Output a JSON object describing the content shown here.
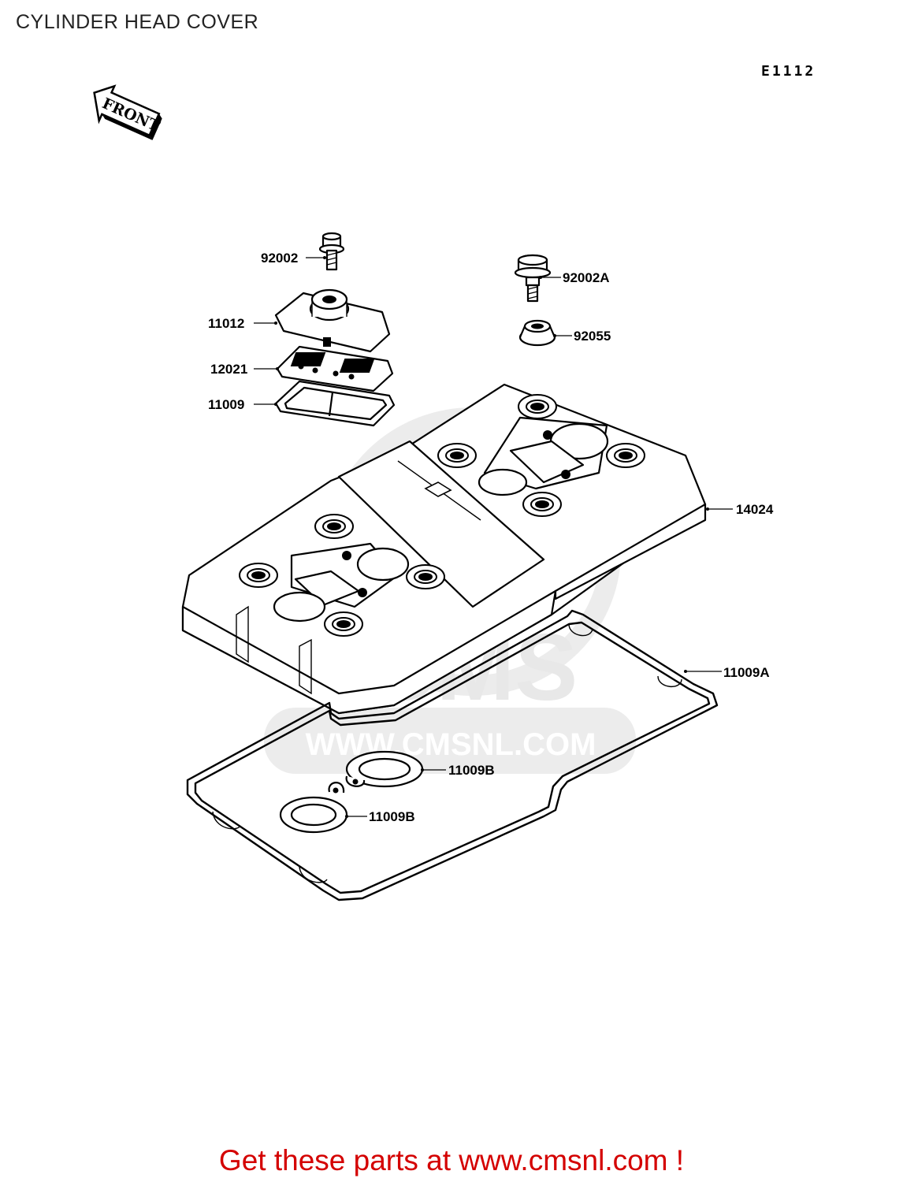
{
  "title": "CYLINDER HEAD COVER",
  "diagram_code": "E1112",
  "front_marker": "FRONT",
  "watermark": {
    "logo": "CMS",
    "url": "WWW.CMSNL.COM"
  },
  "parts": {
    "bolt_92002": "92002",
    "bolt_92002a": "92002A",
    "cap_11012": "11012",
    "plate_12021": "12021",
    "gasket_11009": "11009",
    "grommet_92055": "92055",
    "cover_14024": "14024",
    "gasket_11009a": "11009A",
    "seal_11009b_upper": "11009B",
    "seal_11009b_lower": "11009B"
  },
  "footer": "Get these parts at www.cmsnl.com !",
  "colors": {
    "footer_text": "#d40000",
    "watermark": "#e8e8e8"
  }
}
